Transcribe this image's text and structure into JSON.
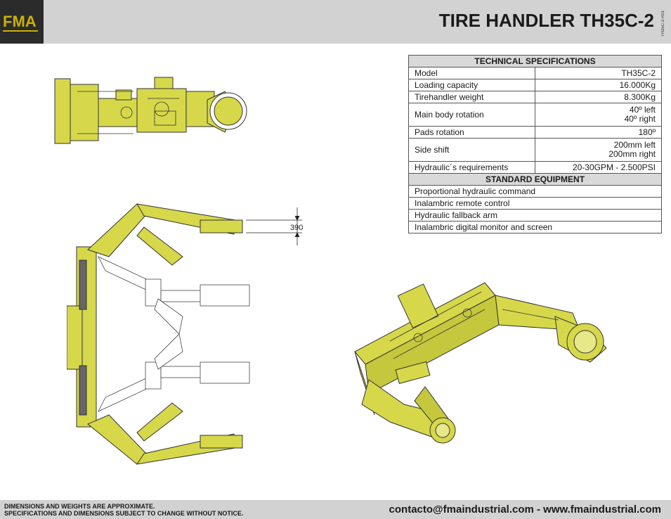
{
  "header": {
    "logo_text": "FMA",
    "title": "TIRE HANDLER TH35C-2",
    "doc_ref": "TH35C-2-R01"
  },
  "specs": {
    "tech_heading": "TECHNICAL SPECIFICATIONS",
    "rows": [
      {
        "label": "Model",
        "value": "TH35C-2",
        "value2": ""
      },
      {
        "label": "Loading capacity",
        "value": "16.000Kg",
        "value2": ""
      },
      {
        "label": "Tirehandler weight",
        "value": "8.300Kg",
        "value2": ""
      },
      {
        "label": "Main body rotation",
        "value": "40º left",
        "value2": "40º right"
      },
      {
        "label": "Pads rotation",
        "value": "180º",
        "value2": ""
      },
      {
        "label": "Side shift",
        "value": "200mm left",
        "value2": "200mm right"
      },
      {
        "label": "Hydraulic´s requirements",
        "value": "20-30GPM - 2.500PSI",
        "value2": ""
      }
    ],
    "equipment_heading": "STANDARD EQUIPMENT",
    "equipment": [
      "Proportional hydraulic command",
      "Inalambric remote control",
      "Hydraulic fallback arm",
      "Inalambric digital monitor and screen"
    ]
  },
  "drawing": {
    "dimension": "390"
  },
  "footer": {
    "disclaimer_line1": "DIMENSIONS AND WEIGHTS ARE APPROXIMATE.",
    "disclaimer_line2": "SPECIFICATIONS AND DIMENSIONS SUBJECT TO CHANGE WITHOUT NOTICE.",
    "contact": "contacto@fmaindustrial.com - www.fmaindustrial.com"
  },
  "colors": {
    "accent": "#c9b200",
    "machine": "#d6d84a",
    "header_bg": "#d2d2d2",
    "logo_bg": "#2b2b2b"
  }
}
